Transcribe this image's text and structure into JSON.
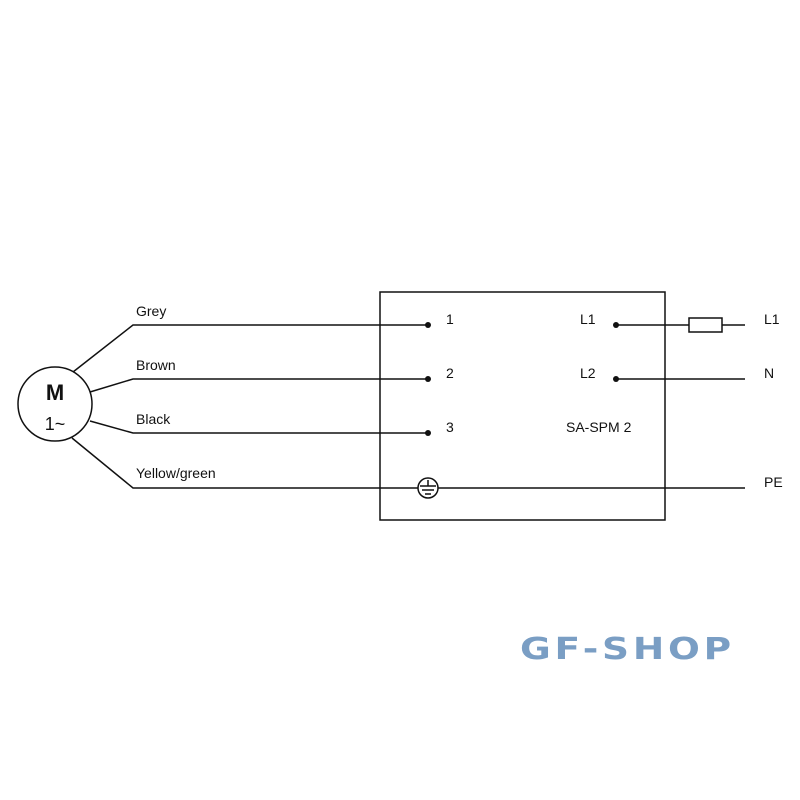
{
  "motor": {
    "symbol": "M",
    "phase": "1~"
  },
  "wires": [
    {
      "color_name": "Grey",
      "terminal": "1"
    },
    {
      "color_name": "Brown",
      "terminal": "2"
    },
    {
      "color_name": "Black",
      "terminal": "3"
    },
    {
      "color_name": "Yellow/green",
      "terminal": "earth"
    }
  ],
  "module": {
    "name": "SA-SPM 2",
    "inputs": [
      {
        "terminal": "L1",
        "line": "L1"
      },
      {
        "terminal": "L2",
        "line": "N"
      }
    ],
    "earth_line": "PE"
  },
  "logo": {
    "text": "GF-SHOP",
    "color": "#7a9ec4"
  }
}
